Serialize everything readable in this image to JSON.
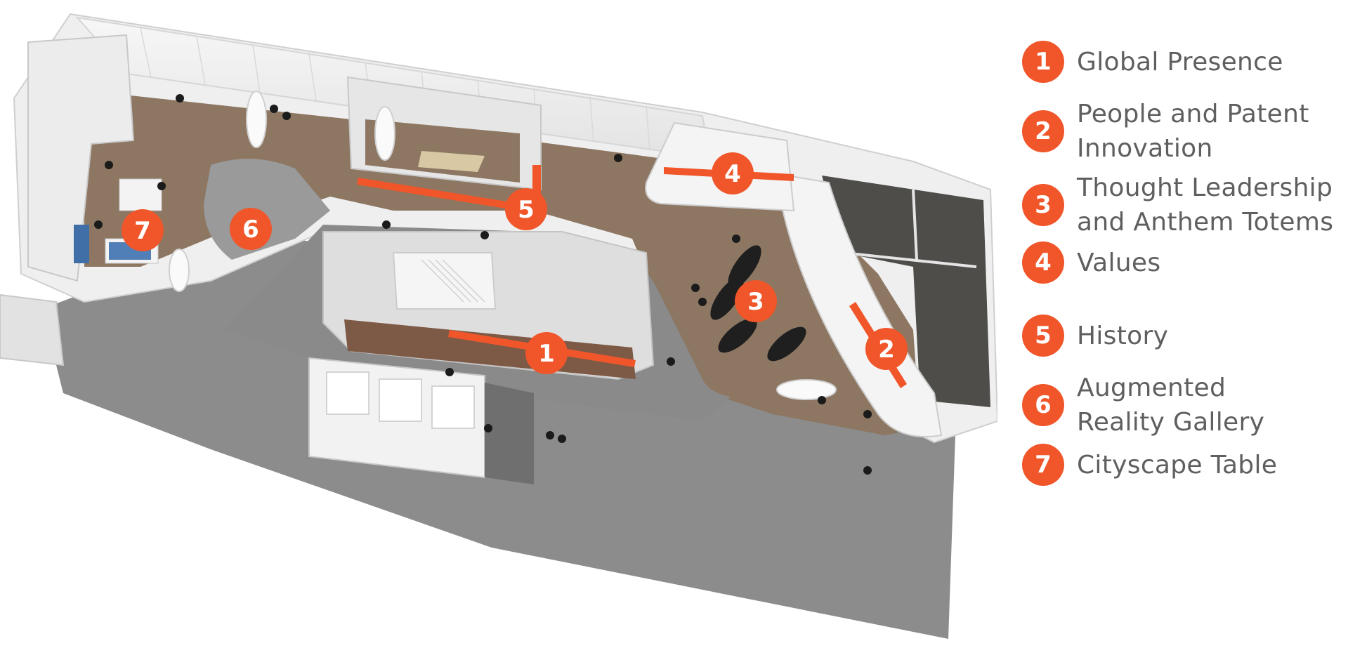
{
  "accent_color": "#f0562a",
  "legend": [
    {
      "number": "1",
      "label": "Global Presence"
    },
    {
      "number": "2",
      "label": "People and Patent\nInnovation"
    },
    {
      "number": "3",
      "label": "Thought Leadership\nand Anthem Totems"
    },
    {
      "number": "4",
      "label": "Values"
    },
    {
      "number": "5",
      "label": "History"
    },
    {
      "number": "6",
      "label": "Augmented\nReality Gallery"
    },
    {
      "number": "7",
      "label": "Cityscape Table"
    }
  ],
  "map_markers": [
    {
      "number": "1"
    },
    {
      "number": "2"
    },
    {
      "number": "3"
    },
    {
      "number": "4"
    },
    {
      "number": "5"
    },
    {
      "number": "6"
    },
    {
      "number": "7"
    }
  ]
}
